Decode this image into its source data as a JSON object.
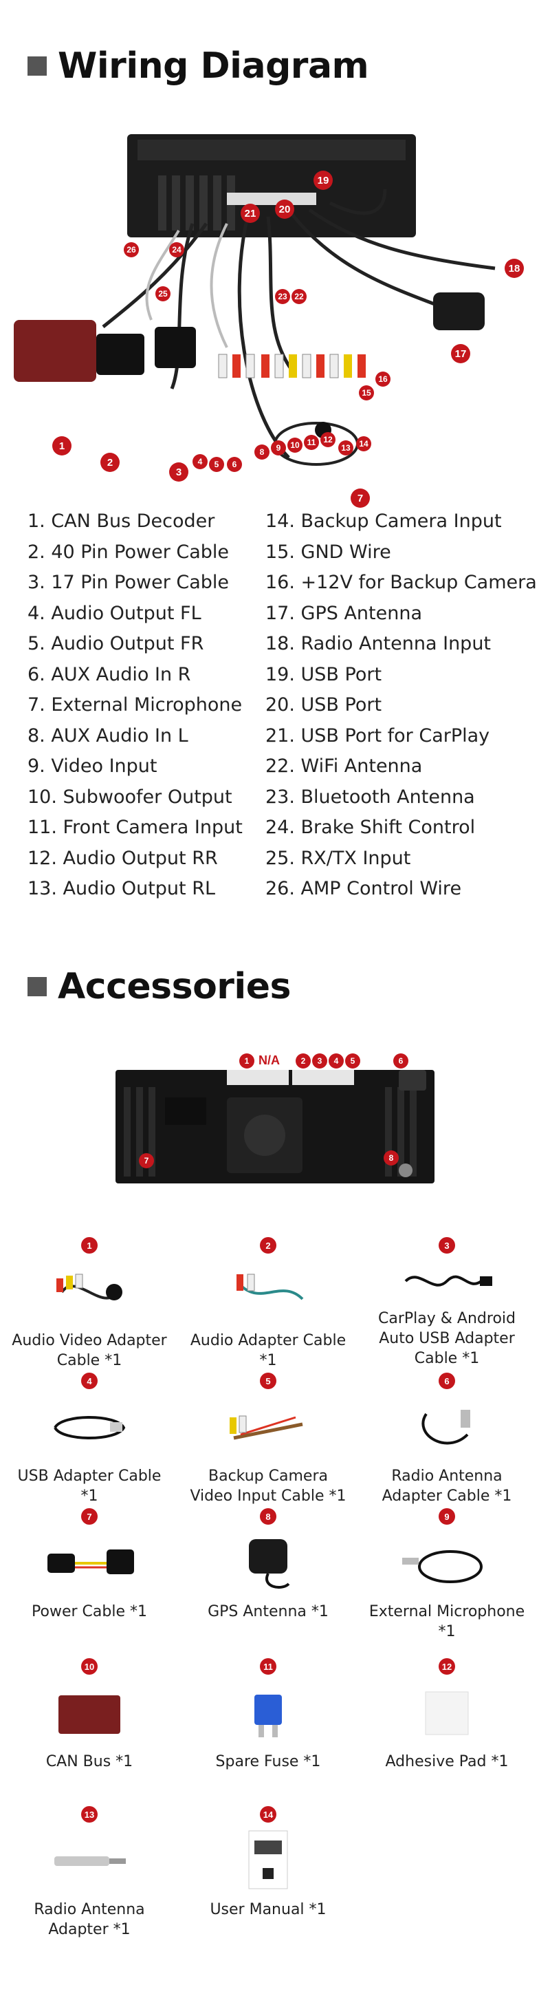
{
  "wiring": {
    "title": "Wiring Diagram",
    "callouts": [
      "1",
      "2",
      "3",
      "4",
      "5",
      "6",
      "7",
      "8",
      "9",
      "10",
      "11",
      "12",
      "13",
      "14",
      "15",
      "16",
      "17",
      "18",
      "19",
      "20",
      "21",
      "22",
      "23",
      "24",
      "25",
      "26"
    ],
    "left_list": [
      "1. CAN Bus Decoder",
      "2. 40 Pin Power Cable",
      "3. 17 Pin Power Cable",
      "4. Audio Output FL",
      "5. Audio Output FR",
      "6. AUX Audio In R",
      "7. External Microphone",
      "8. AUX Audio In L",
      "9. Video Input",
      "10. Subwoofer Output",
      "11. Front Camera Input",
      "12. Audio Output RR",
      "13. Audio Output RL"
    ],
    "right_list": [
      "14. Backup Camera Input",
      "15. GND Wire",
      "16. +12V for Backup Camera",
      "17. GPS Antenna",
      "18. Radio Antenna Input",
      "19. USB Port",
      "20. USB Port",
      "21. USB Port for CarPlay",
      "22. WiFi Antenna",
      "23. Bluetooth Antenna",
      "24. Brake Shift Control",
      "25. RX/TX Input",
      "26. AMP Control Wire"
    ]
  },
  "accessories": {
    "title": "Accessories",
    "unit_labels": [
      "1",
      "N/A",
      "2",
      "3",
      "4",
      "5",
      "6",
      "7",
      "8"
    ],
    "items": [
      {
        "num": "1",
        "caption": "Audio Video Adapter Cable *1"
      },
      {
        "num": "2",
        "caption": "Audio Adapter Cable *1"
      },
      {
        "num": "3",
        "caption": "CarPlay & Android Auto USB Adapter Cable *1"
      },
      {
        "num": "4",
        "caption": "USB Adapter Cable *1"
      },
      {
        "num": "5",
        "caption": "Backup Camera Video Input Cable *1"
      },
      {
        "num": "6",
        "caption": "Radio Antenna Adapter Cable *1"
      },
      {
        "num": "7",
        "caption": "Power Cable *1"
      },
      {
        "num": "8",
        "caption": "GPS Antenna *1"
      },
      {
        "num": "9",
        "caption": "External Microphone *1"
      },
      {
        "num": "10",
        "caption": "CAN Bus *1"
      },
      {
        "num": "11",
        "caption": "Spare Fuse *1"
      },
      {
        "num": "12",
        "caption": "Adhesive Pad *1"
      },
      {
        "num": "13",
        "caption": "Radio Antenna Adapter *1"
      },
      {
        "num": "14",
        "caption": "User Manual *1"
      }
    ]
  },
  "colors": {
    "accent": "#c4161c",
    "heading": "#111111",
    "square": "#555555"
  }
}
